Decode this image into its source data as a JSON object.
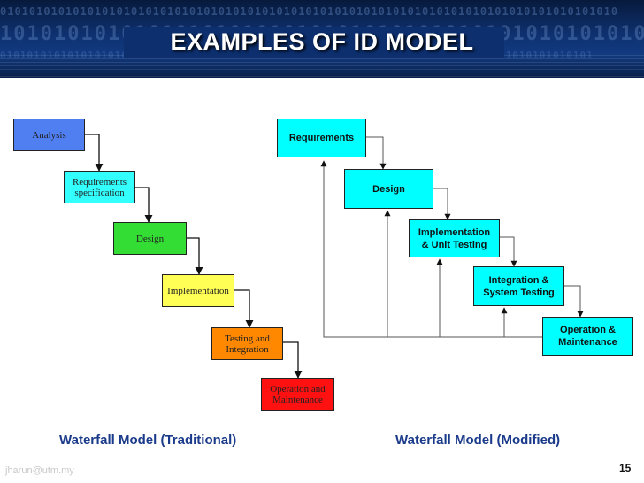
{
  "header": {
    "title": "EXAMPLES OF ID MODEL",
    "binary_row1": "0101010101010101010101010101010101010101010101010101010101010101010101010101010101010",
    "binary_row2": "1010101010101010101010101010101010101010101010101010101010",
    "binary_row3": "0101010101010101010101010101010101010101010101010101010101010101010101010101010101010101"
  },
  "traditional": {
    "caption": "Waterfall Model (Traditional)",
    "steps": [
      {
        "label": "Analysis",
        "color": "#4f7ff0"
      },
      {
        "label": "Requirements\nspecification",
        "color": "#33ffff"
      },
      {
        "label": "Design",
        "color": "#33dd33"
      },
      {
        "label": "Implementation",
        "color": "#ffff55"
      },
      {
        "label": "Testing and\nIntegration",
        "color": "#ff8800"
      },
      {
        "label": "Operation and\nMaintenance",
        "color": "#ff1111"
      }
    ]
  },
  "modified": {
    "caption": "Waterfall Model (Modified)",
    "steps": [
      {
        "label": "Requirements"
      },
      {
        "label": "Design"
      },
      {
        "label": "Implementation\n& Unit Testing"
      },
      {
        "label": "Integration &\nSystem Testing"
      },
      {
        "label": "Operation &\nMaintenance"
      }
    ]
  },
  "footer": {
    "email": "jharun@utm.my",
    "page_number": "15"
  }
}
